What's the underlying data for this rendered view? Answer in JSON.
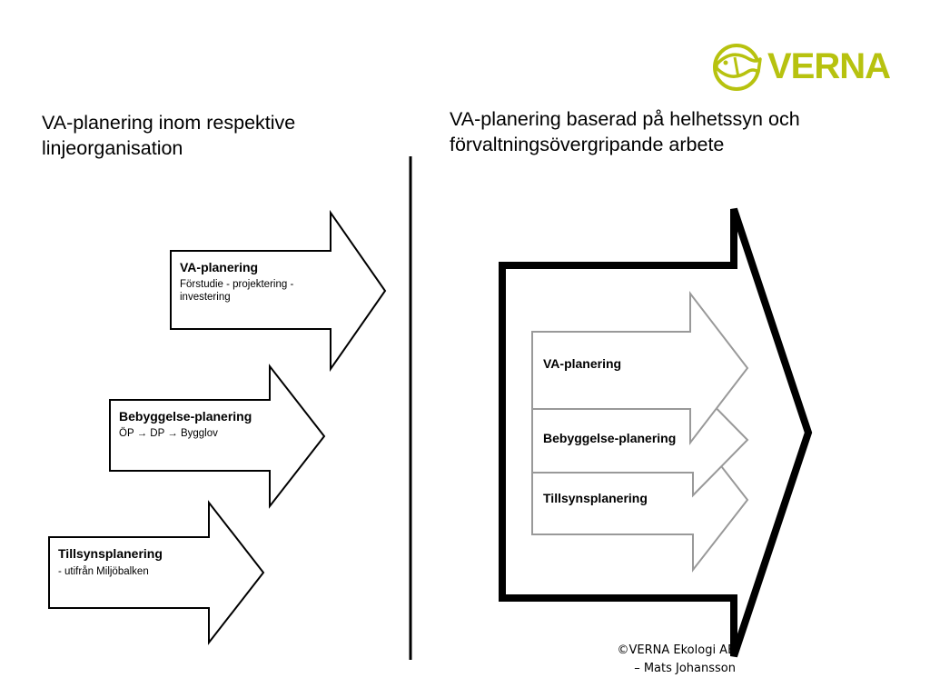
{
  "logo": {
    "text": "VERNA",
    "color": "#b7c20f"
  },
  "left_column": {
    "heading": "VA-planering inom respektive linjeorganisation",
    "arrows": [
      {
        "title": "VA-planering",
        "subtitle": "Förstudie - projektering - investering"
      },
      {
        "title": "Bebyggelse-planering",
        "subtitle": "ÖP → DP → Bygglov"
      },
      {
        "title": "Tillsynsplanering",
        "subtitle": "- utifrån Miljöbalken"
      }
    ]
  },
  "right_column": {
    "heading": "VA-planering baserad på helhetssyn och förvaltningsövergripande arbete",
    "inner_arrows": [
      {
        "label": "VA-planering"
      },
      {
        "label": "Bebyggelse-planering"
      },
      {
        "label": "Tillsynsplanering"
      }
    ]
  },
  "footer": {
    "copyright_line1": "©VERNA Ekologi AB",
    "copyright_line2": "– Mats Johansson"
  }
}
